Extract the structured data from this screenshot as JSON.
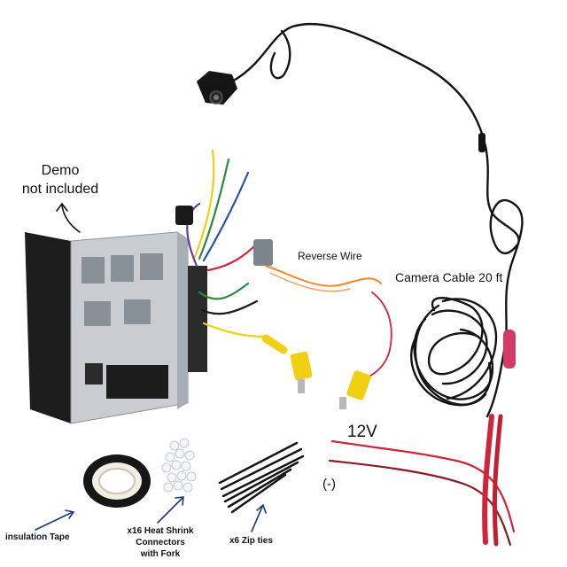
{
  "labels": {
    "demo": "Demo",
    "not_included": "not included",
    "reverse_wire": "Reverse Wire",
    "camera_cable": "Camera Cable 20 ft",
    "v12": "12V",
    "negative": "(-)",
    "insulation_tape": "insulation Tape",
    "heat_shrink": [
      "x16 Heat Shrink",
      "Connectors",
      "with Fork"
    ],
    "zip_ties": "x6 Zip ties"
  },
  "colors": {
    "wire_red": "#d0243a",
    "wire_orange": "#ef8a2a",
    "rca_yellow": "#f0d010",
    "cable_black": "#141414",
    "chassis": "#c9cdd2"
  }
}
